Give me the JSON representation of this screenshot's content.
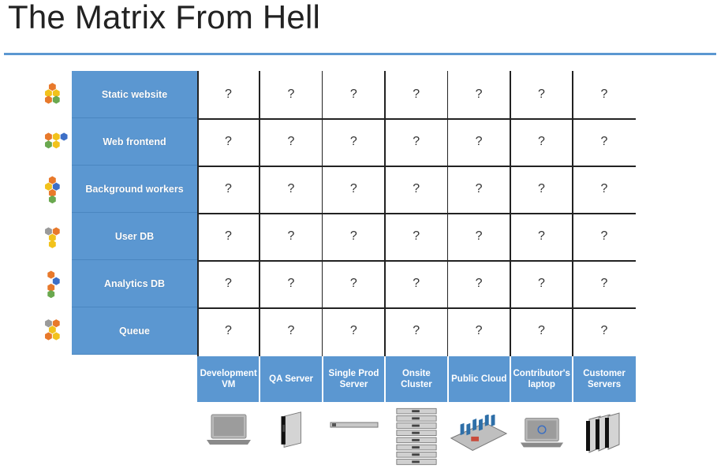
{
  "title": "The Matrix From Hell",
  "rows": [
    {
      "label": "Static website",
      "icon": "hexagon-cluster-icon"
    },
    {
      "label": "Web frontend",
      "icon": "hexagon-cluster-icon"
    },
    {
      "label": "Background workers",
      "icon": "hexagon-cluster-icon"
    },
    {
      "label": "User DB",
      "icon": "hexagon-cluster-icon"
    },
    {
      "label": "Analytics DB",
      "icon": "hexagon-cluster-icon"
    },
    {
      "label": "Queue",
      "icon": "hexagon-cluster-icon"
    }
  ],
  "columns": [
    {
      "label": "Development\nVM",
      "image": "laptop-icon"
    },
    {
      "label": "QA Server",
      "image": "blade-server-icon"
    },
    {
      "label": "Single Prod\nServer",
      "image": "rack-server-icon"
    },
    {
      "label": "Onsite\nCluster",
      "image": "server-stack-icon"
    },
    {
      "label": "Public Cloud",
      "image": "motherboard-icon"
    },
    {
      "label": "Contributor's\nlaptop",
      "image": "laptop-icon"
    },
    {
      "label": "Customer\nServers",
      "image": "blade-servers-icon"
    }
  ],
  "cell_value": "?",
  "colors": {
    "accent": "#5b97d1",
    "hex_orange": "#e8792b",
    "hex_yellow": "#f2c21b",
    "hex_green": "#6aa84f",
    "hex_blue": "#3d6fc7",
    "hex_gray": "#9a9a9a"
  }
}
